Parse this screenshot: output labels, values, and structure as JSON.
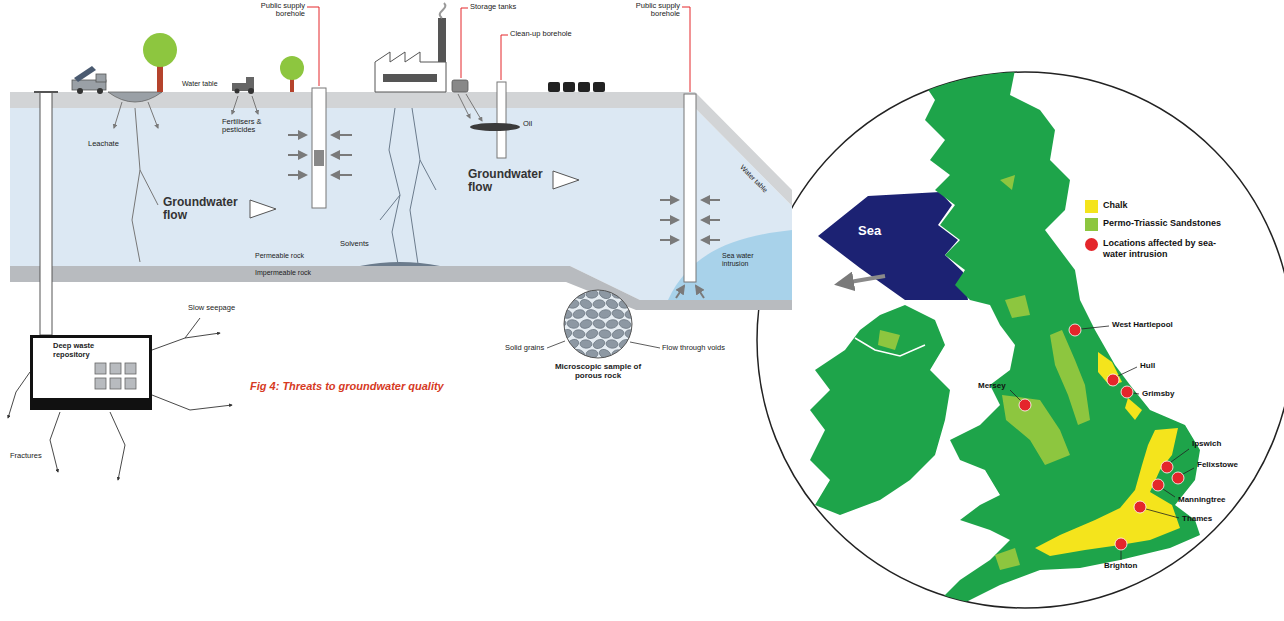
{
  "diagram": {
    "caption": "Fig 4: Threats to groundwater quality",
    "nodes": [
      {
        "text": [
          "Deep waste repository"
        ]
      },
      {
        "text": [
          "Microscopic sample of porous rock"
        ]
      }
    ],
    "labels": [
      "Public supply borehole",
      "Storage tanks",
      "Clean-up borehole",
      "Public supply borehole",
      "Water table",
      "Leachate",
      "Fertilisers & pesticides",
      "Groundwater flow",
      "Solvents",
      "Oil",
      "Groundwater flow",
      "Permeable rock",
      "Impermeable rock",
      "Water table",
      "Sea water intrusion",
      "Slow seepage",
      "Fractures",
      "Solid grains",
      "Flow through voids",
      "Sea",
      "West Hartlepool",
      "Hull",
      "Grimsby",
      "Mersey",
      "Ipswich",
      "Felixstowe",
      "Manningtree",
      "Thames",
      "Brighton"
    ],
    "legend": [
      {
        "text": "Chalk",
        "color": "#f4e41c"
      },
      {
        "text": "Permo-Triassic Sandstones",
        "color": "#8dc63f"
      },
      {
        "text": "Locations affected by sea-water intrusion",
        "color": "#e4262b"
      }
    ]
  }
}
